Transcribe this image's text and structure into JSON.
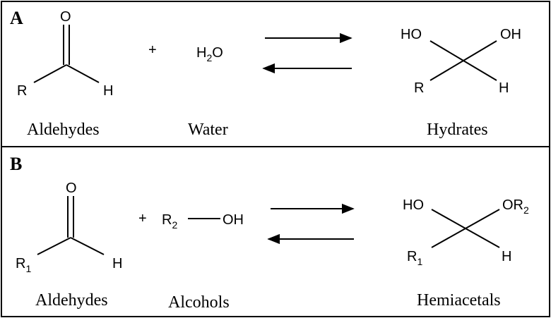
{
  "panel_a": {
    "label": "A",
    "reactant": {
      "atoms": {
        "o": "O",
        "r": "R",
        "h": "H"
      },
      "caption": "Aldehydes"
    },
    "plus": "+",
    "reagent": {
      "h": "H",
      "sub": "2",
      "o": "O",
      "caption": "Water"
    },
    "product": {
      "atoms": {
        "ho_left": "HO",
        "oh_right": "OH",
        "r": "R",
        "h": "H"
      },
      "caption": "Hydrates"
    }
  },
  "panel_b": {
    "label": "B",
    "reactant": {
      "atoms": {
        "o": "O",
        "r": "R",
        "r_sub": "1",
        "h": "H"
      },
      "caption": "Aldehydes"
    },
    "plus": "+",
    "reagent": {
      "r": "R",
      "r_sub": "2",
      "oh": "OH",
      "caption": "Alcohols"
    },
    "product": {
      "atoms": {
        "ho_left": "HO",
        "or_right": "OR",
        "or_sub": "2",
        "r": "R",
        "r_sub": "1",
        "h": "H"
      },
      "caption": "Hemiacetals"
    }
  }
}
